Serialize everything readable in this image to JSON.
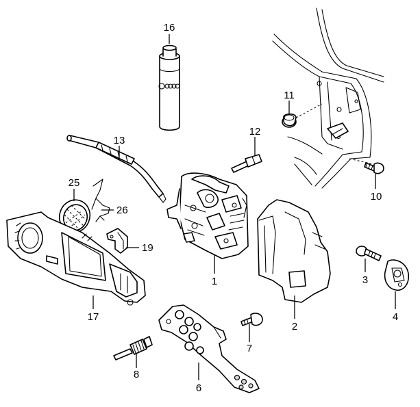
{
  "callouts": [
    "16",
    "13",
    "12",
    "11",
    "10",
    "25",
    "26",
    "19",
    "1",
    "3",
    "4",
    "17",
    "2",
    "7",
    "8",
    "6"
  ]
}
